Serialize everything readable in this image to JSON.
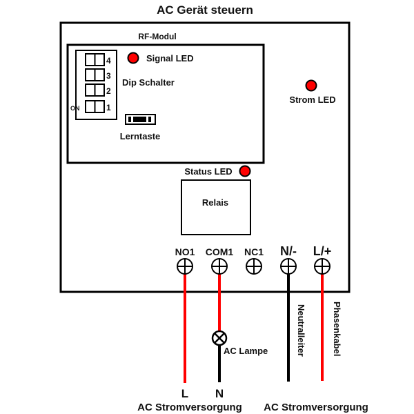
{
  "title": "AC Gerät steuern",
  "colors": {
    "wire_phase": "#ff0000",
    "wire_neutral": "#000000",
    "led": "#ff0000",
    "outline": "#000000",
    "background": "#ffffff"
  },
  "rf_module": {
    "label": "RF-Modul",
    "signal_led_label": "Signal LED",
    "dip_switch_label": "Dip Schalter",
    "dip_on_label": "ON",
    "dip_switches": [
      "4",
      "3",
      "2",
      "1"
    ],
    "learn_button_label": "Lerntaste"
  },
  "power_led_label": "Strom LED",
  "status_led_label": "Status LED",
  "relay_label": "Relais",
  "terminals": [
    {
      "id": "no1",
      "label": "NO1"
    },
    {
      "id": "com1",
      "label": "COM1"
    },
    {
      "id": "nc1",
      "label": "NC1"
    },
    {
      "id": "n",
      "label": "N/-"
    },
    {
      "id": "l",
      "label": "L/+"
    }
  ],
  "wires": {
    "neutral_label": "Neutralleiter",
    "phase_label": "Phasenkabel",
    "lamp_label": "AC Lampe",
    "load_supply_l": "L",
    "load_supply_n": "N"
  },
  "supply_labels": [
    "AC Stromversorgung",
    "AC Stromversorgung"
  ]
}
